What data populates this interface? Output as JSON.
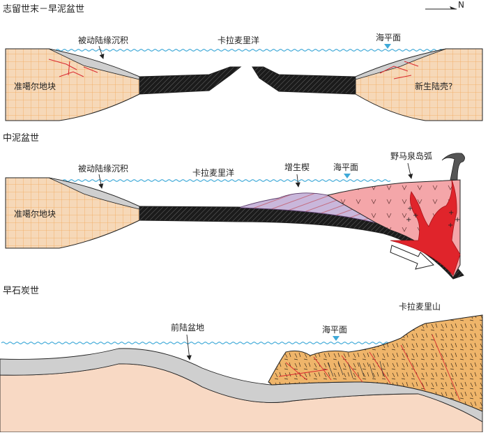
{
  "compass": {
    "label": "N"
  },
  "panels": [
    {
      "title": "志留世末－早泥盆世",
      "labels": {
        "passive_margin": "被动陆缘沉积",
        "ocean": "卡拉麦里洋",
        "sea_level": "海平面",
        "block": "准噶尔地块",
        "new_crust": "新生陆壳?"
      }
    },
    {
      "title": "中泥盆世",
      "labels": {
        "passive_margin": "被动陆缘沉积",
        "ocean": "卡拉麦里洋",
        "accretion": "增生楔",
        "sea_level": "海平面",
        "arc": "野马泉岛弧",
        "block": "准噶尔地块"
      }
    },
    {
      "title": "早石炭世",
      "labels": {
        "foreland": "前陆盆地",
        "sea_level": "海平面",
        "mountain": "卡拉麦里山"
      }
    }
  ],
  "colors": {
    "water": "#3fa9d8",
    "block": "#f6d8b8",
    "grid": "#f0a85a",
    "sediment": "#cfcfcf",
    "fault": "#d9282f",
    "ocean_crust": "#1b1b1b",
    "accretion": "#c9b7db",
    "arc": "#f4a6a9",
    "magma": "#e0242b",
    "mountain": "#efb56a",
    "basement": "#f8d9c4"
  }
}
